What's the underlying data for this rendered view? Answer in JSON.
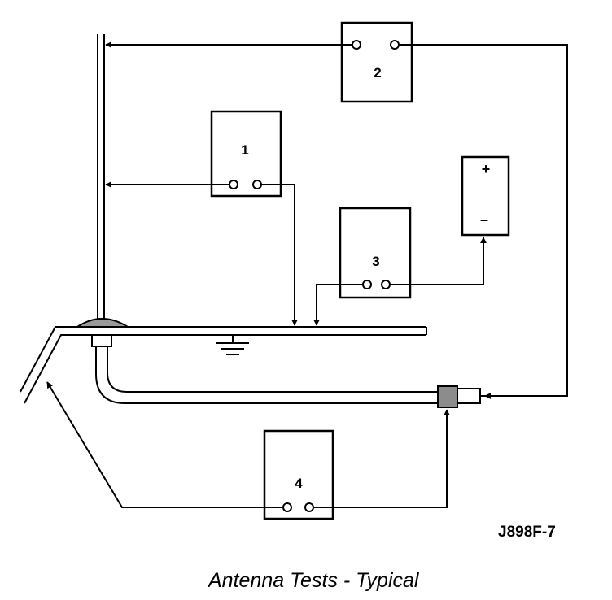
{
  "diagram": {
    "meters": [
      {
        "id": "meter-1",
        "label": "1"
      },
      {
        "id": "meter-2",
        "label": "2"
      },
      {
        "id": "meter-3",
        "label": "3"
      },
      {
        "id": "meter-4",
        "label": "4"
      }
    ],
    "battery": {
      "positive": "+",
      "negative": "–"
    },
    "figure_code": "J898F-7",
    "caption": "Antenna Tests - Typical"
  }
}
